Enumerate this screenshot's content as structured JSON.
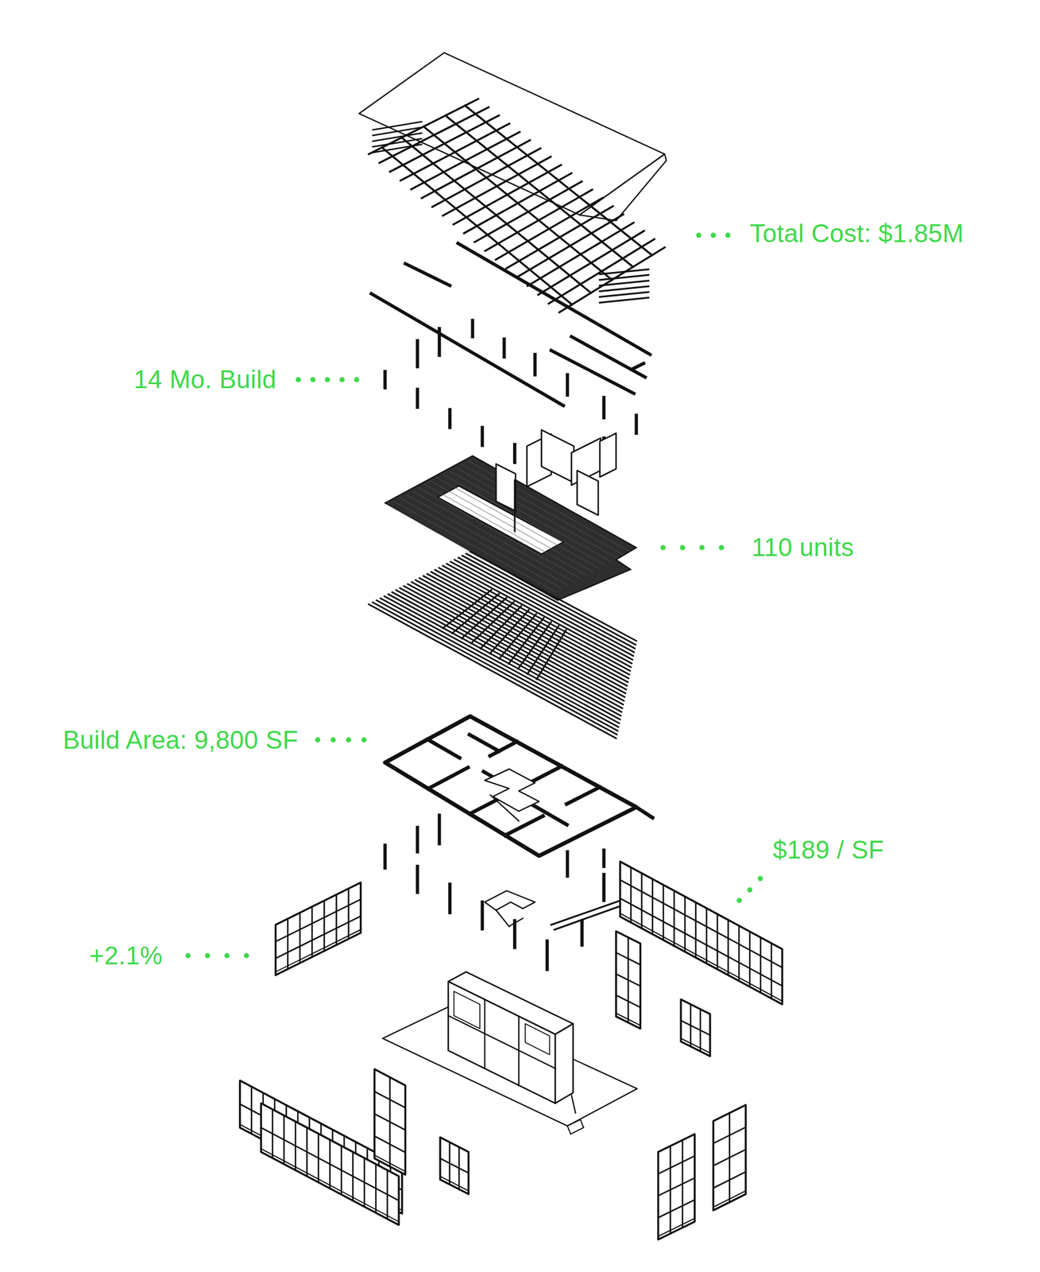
{
  "diagram": {
    "labels": [
      "Total Cost: $1.85M",
      "14 Mo. Build",
      "110 units",
      "Build Area: 9,800 SF",
      "$189 / SF",
      "+2.1%"
    ]
  }
}
